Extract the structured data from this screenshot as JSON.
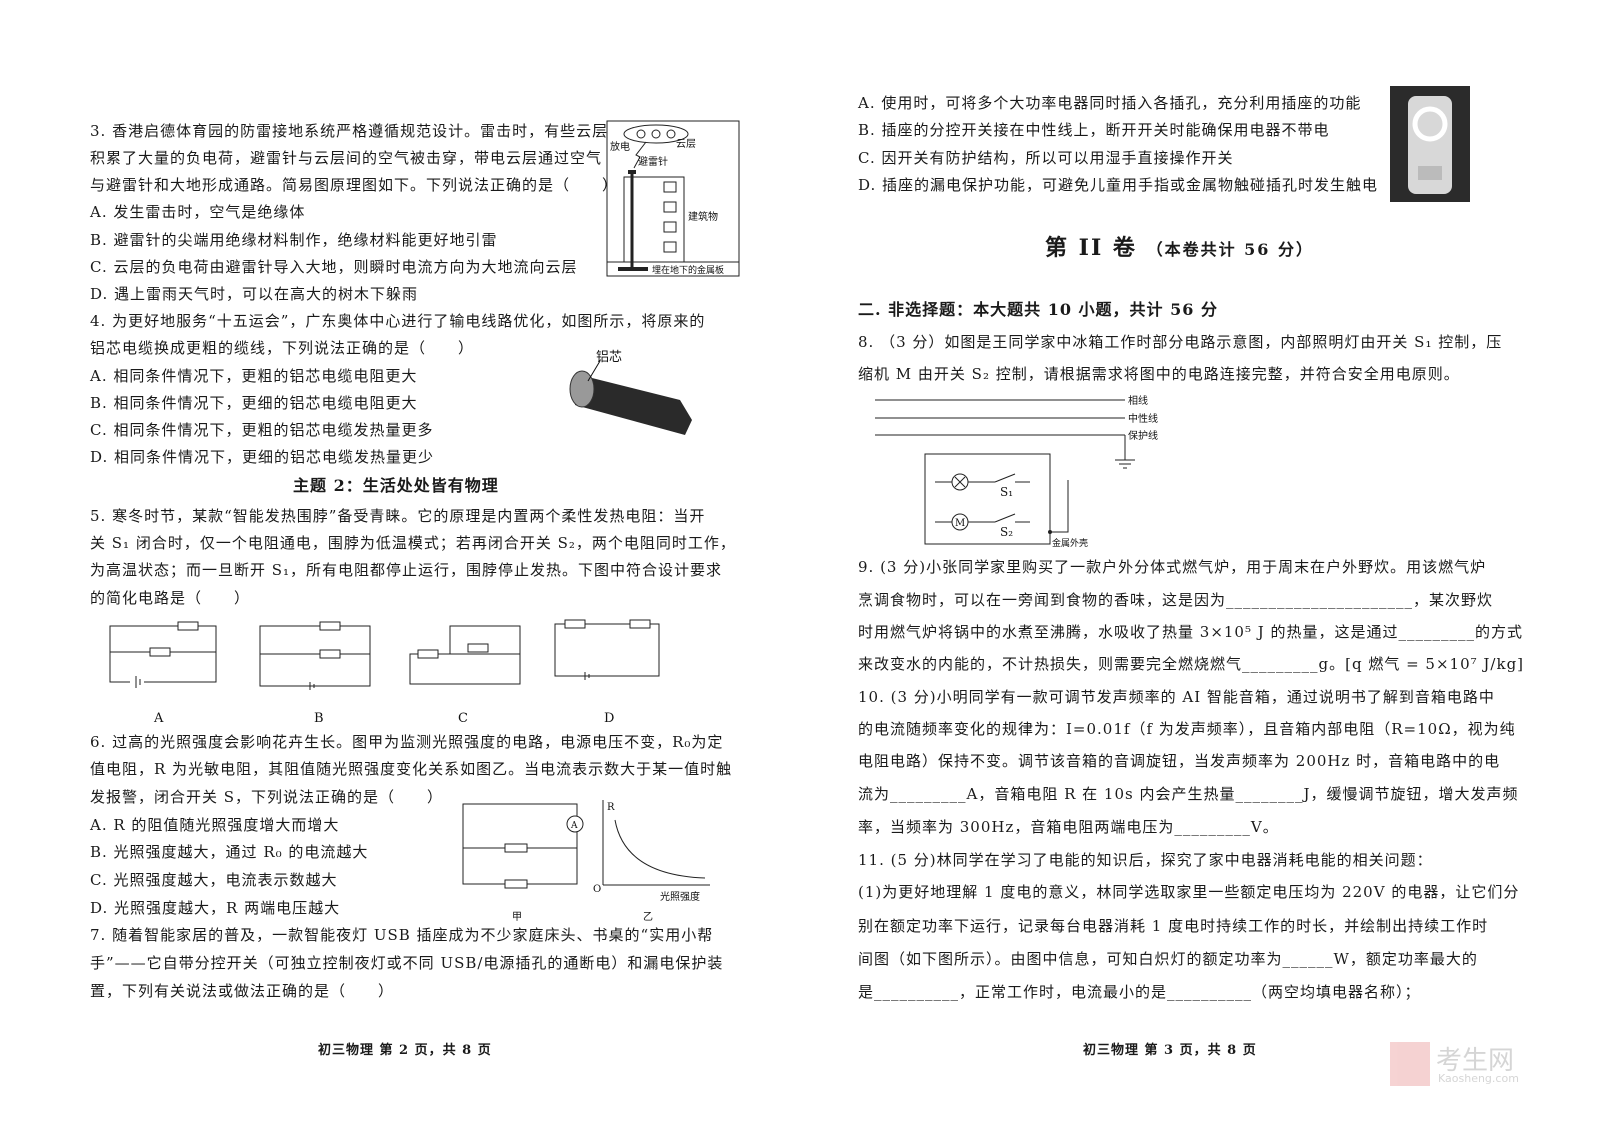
{
  "left": {
    "q3": [
      "3. 香港启德体育园的防雷接地系统严格遵循规范设计。雷击时，有些云层",
      "积累了大量的负电荷，避雷针与云层间的空气被击穿，带电云层通过空气",
      "与避雷针和大地形成通路。简易图原理图如下。下列说法正确的是（　　）",
      "A. 发生雷击时，空气是绝缘体",
      "B. 避雷针的尖端用绝缘材料制作，绝缘材料能更好地引雷",
      "C. 云层的负电荷由避雷针导入大地，则瞬时电流方向为大地流向云层",
      "D. 遇上雷雨天气时，可以在高大的树木下躲雨"
    ],
    "q3_fig": {
      "discharge": "放电",
      "cloud": "云层",
      "rod": "避雷针",
      "building": "建筑物",
      "plate": "埋在地下的金属板"
    },
    "q4": [
      "4. 为更好地服务“十五运会”，广东奥体中心进行了输电线路优化，如图所示，将原来的",
      "铝芯电缆换成更粗的缆线，下列说法正确的是（　　）",
      "A. 相同条件情况下，更粗的铝芯电缆电阻更大",
      "B. 相同条件情况下，更细的铝芯电缆电阻更大",
      "C. 相同条件情况下，更粗的铝芯电缆发热量更多",
      "D. 相同条件情况下，更细的铝芯电缆发热量更少"
    ],
    "q4_fig": "铝芯",
    "topic2": "主题 2：生活处处皆有物理",
    "q5": [
      "5. 寒冬时节，某款“智能发热围脖”备受青睐。它的原理是内置两个柔性发热电阻：当开",
      "关 S₁ 闭合时，仅一个电阻通电，围脖为低温模式；若再闭合开关 S₂，两个电阻同时工作，",
      "为高温状态；而一旦断开 S₁，所有电阻都停止运行，围脖停止发热。下图中符合设计要求",
      "的简化电路是（　　）"
    ],
    "q5_options": [
      "A",
      "B",
      "C",
      "D"
    ],
    "q6": [
      "6. 过高的光照强度会影响花卉生长。图甲为监测光照强度的电路，电源电压不变，R₀为定",
      "值电阻，R 为光敏电阻，其阻值随光照强度变化关系如图乙。当电流表示数大于某一值时触",
      "发报警，闭合开关 S，下列说法正确的是（　　）",
      "A. R 的阻值随光照强度增大而增大",
      "B. 光照强度越大，通过 R₀ 的电流越大",
      "C. 光照强度越大，电流表示数越大",
      "D. 光照强度越大，R 两端电压越大"
    ],
    "q6_fig": {
      "jia": "甲",
      "yi": "乙",
      "xlabel": "光照强度",
      "ylabel": "R",
      "origin": "O"
    },
    "q7": [
      "7. 随着智能家居的普及，一款智能夜灯 USB 插座成为不少家庭床头、书桌的“实用小帮",
      "手”——它自带分控开关（可独立控制夜灯或不同 USB/电源插孔的通断电）和漏电保护装",
      "置，下列有关说法或做法正确的是（　　）"
    ],
    "footer": "初三物理 第 2 页，共 8 页"
  },
  "right": {
    "q7_opts": [
      "A. 使用时，可将多个大功率电器同时插入各插孔，充分利用插座的功能",
      "B. 插座的分控开关接在中性线上，断开开关时能确保用电器不带电",
      "C. 因开关有防护结构，所以可以用湿手直接操作开关",
      "D. 插座的漏电保护功能，可避免儿童用手指或金属物触碰插孔时发生触电"
    ],
    "part2_title": "第 II 卷",
    "part2_sub": "（本卷共计 56 分）",
    "section2": "二. 非选择题：本大题共 10 小题，共计 56 分",
    "q8": [
      "8. （3 分）如图是王同学家中冰箱工作时部分电路示意图，内部照明灯由开关 S₁ 控制，压",
      "缩机 M 由开关 S₂ 控制，请根据需求将图中的电路连接完整，并符合安全用电原则。"
    ],
    "q8_fig": {
      "live": "相线",
      "neutral": "中性线",
      "ground": "保护线",
      "shell": "金属外壳",
      "s1": "S₁",
      "s2": "S₂",
      "motor": "M"
    },
    "q9": [
      "9. (3 分)小张同学家里购买了一款户外分体式燃气炉，用于周末在户外野炊。用该燃气炉",
      "烹调食物时，可以在一旁闻到食物的香味，这是因为______________________，某次野炊",
      "时用燃气炉将锅中的水煮至沸腾，水吸收了热量 3×10⁵ J 的热量，这是通过_________的方式",
      "来改变水的内能的，不计热损失，则需要完全燃烧燃气_________g。[q 燃气 = 5×10⁷ J/kg]"
    ],
    "q10": [
      "10. (3 分)小明同学有一款可调节发声频率的 AI 智能音箱，通过说明书了解到音箱电路中",
      "的电流随频率变化的规律为：I=0.01f（f 为发声频率），且音箱内部电阻（R=10Ω，视为纯",
      "电阻电路）保持不变。调节该音箱的音调旋钮，当发声频率为 200Hz 时，音箱电路中的电",
      "流为_________A，音箱电阻 R 在 10s 内会产生热量________J，缓慢调节旋钮，增大发声频",
      "率，当频率为 300Hz，音箱电阻两端电压为_________V。"
    ],
    "q11": [
      "11. (5 分)林同学在学习了电能的知识后，探究了家中电器消耗电能的相关问题：",
      "(1)为更好地理解 1 度电的意义，林同学选取家里一些额定电压均为 220V 的电器，让它们分",
      "别在额定功率下运行，记录每台电器消耗 1 度电时持续工作的时长，并绘制出持续工作时",
      "间图（如下图所示）。由图中信息，可知白炽灯的额定功率为______W，额定功率最大的",
      "是__________，正常工作时，电流最小的是__________（两空均填电器名称）；"
    ],
    "footer": "初三物理 第 3 页，共 8 页"
  },
  "watermark": {
    "text": "考生网",
    "sub": "Kaosheng.com"
  }
}
